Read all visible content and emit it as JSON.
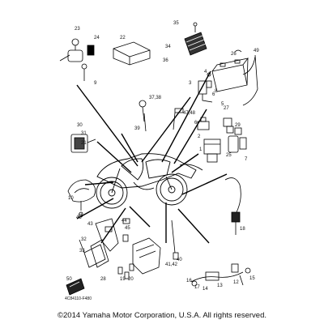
{
  "diagram": {
    "callouts": [
      "35",
      "23",
      "22",
      "34",
      "49",
      "26",
      "24",
      "36",
      "4",
      "3",
      "8",
      "9",
      "37,38",
      "27",
      "5",
      "39",
      "47,48",
      "6",
      "30",
      "31",
      "2",
      "29",
      "25",
      "1",
      "7",
      "10",
      "11",
      "18",
      "46",
      "43",
      "45",
      "44",
      "32",
      "33",
      "28",
      "19",
      "20",
      "40",
      "41,42",
      "50",
      "16",
      "17",
      "14",
      "13",
      "12",
      "15",
      "21",
      "6"
    ],
    "part_code": "4C84110-F480"
  },
  "footer": {
    "copyright": "©2014 Yamaha Motor Corporation, U.S.A. All rights reserved."
  }
}
